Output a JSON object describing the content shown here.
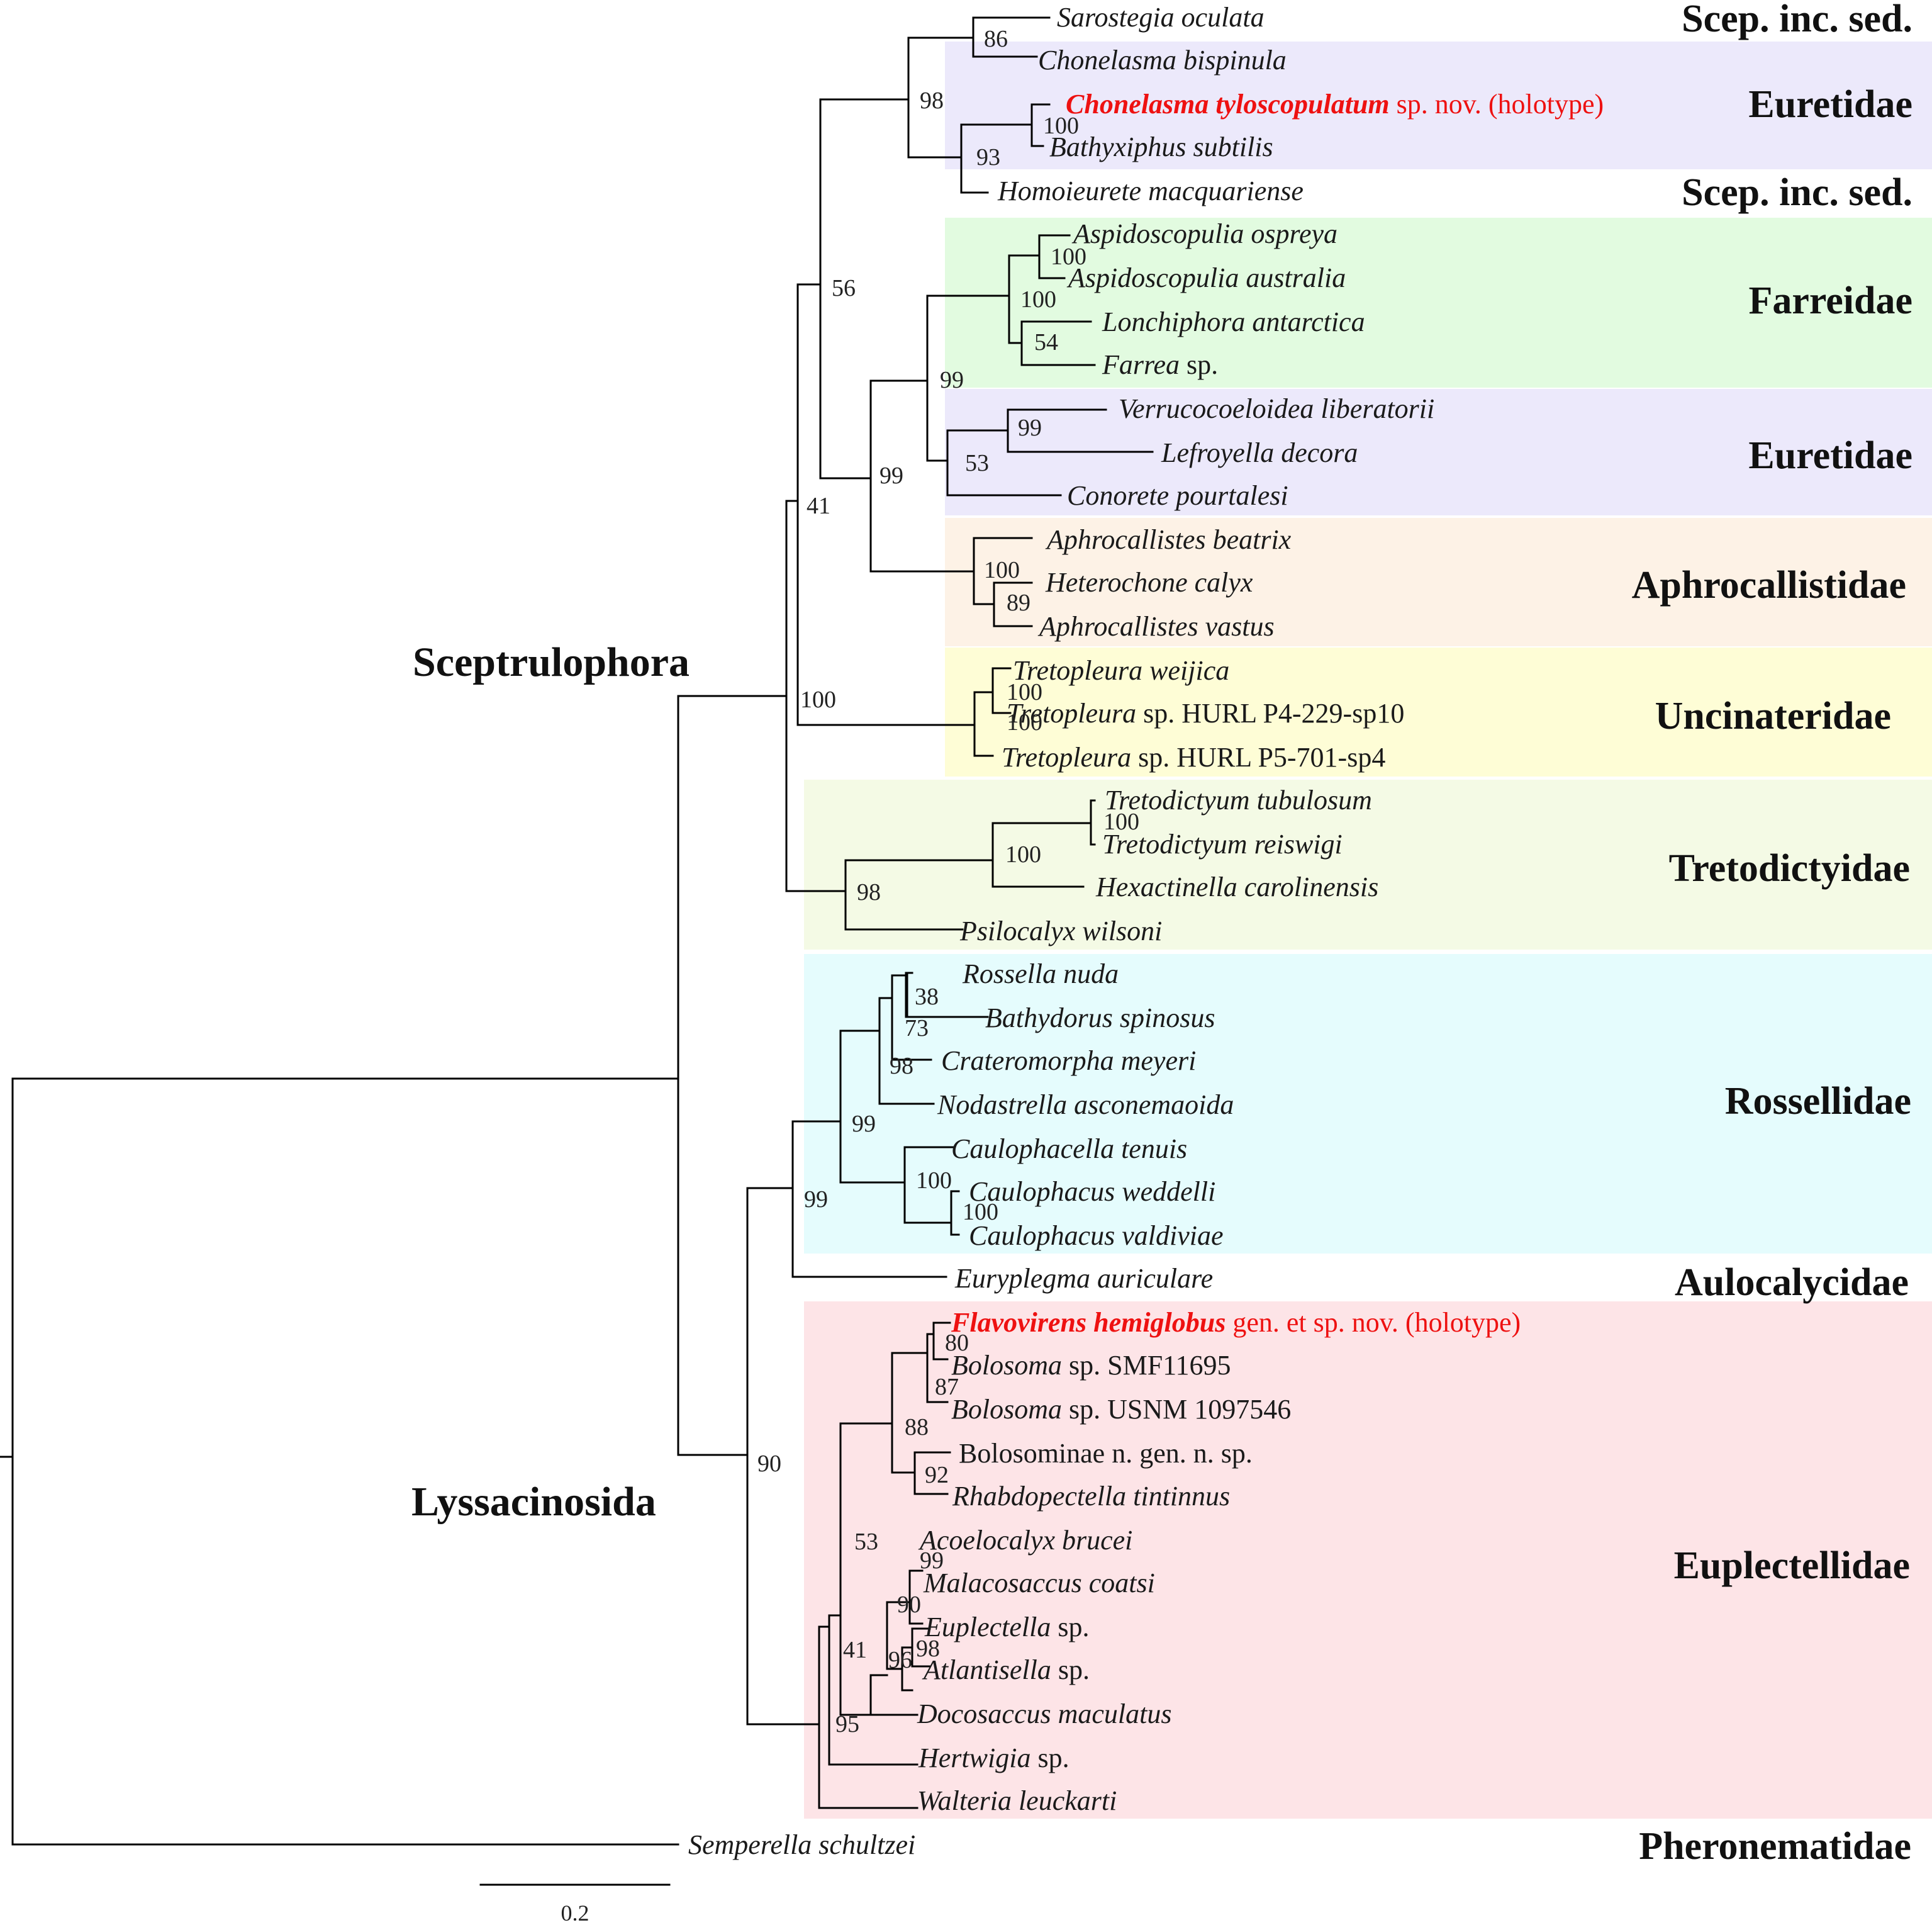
{
  "taxa": [
    {
      "italic": "Sarostegia oculata",
      "roman": ""
    },
    {
      "italic": "Chonelasma bispinula",
      "roman": ""
    },
    {
      "italic": "Chonelasma tyloscopulatum",
      "roman": " sp. nov. (holotype)"
    },
    {
      "italic": "Bathyxiphus subtilis",
      "roman": ""
    },
    {
      "italic": "Homoieurete macquariense",
      "roman": ""
    },
    {
      "italic": "Aspidoscopulia ospreya",
      "roman": ""
    },
    {
      "italic": "Aspidoscopulia australia",
      "roman": ""
    },
    {
      "italic": "Lonchiphora antarctica",
      "roman": ""
    },
    {
      "italic": "Farrea",
      "roman": " sp."
    },
    {
      "italic": "Verrucocoeloidea liberatorii",
      "roman": ""
    },
    {
      "italic": "Lefroyella decora",
      "roman": ""
    },
    {
      "italic": "Conorete pourtalesi",
      "roman": ""
    },
    {
      "italic": "Aphrocallistes beatrix",
      "roman": ""
    },
    {
      "italic": "Heterochone calyx",
      "roman": ""
    },
    {
      "italic": "Aphrocallistes vastus",
      "roman": ""
    },
    {
      "italic": "Tretopleura weijica",
      "roman": ""
    },
    {
      "italic": "Tretopleura",
      "roman": " sp. HURL P4-229-sp10"
    },
    {
      "italic": "Tretopleura",
      "roman": " sp. HURL P5-701-sp4"
    },
    {
      "italic": "Tretodictyum tubulosum",
      "roman": ""
    },
    {
      "italic": "Tretodictyum reiswigi",
      "roman": ""
    },
    {
      "italic": "Hexactinella carolinensis",
      "roman": ""
    },
    {
      "italic": "Psilocalyx wilsoni",
      "roman": ""
    },
    {
      "italic": "Rossella nuda",
      "roman": ""
    },
    {
      "italic": "Bathydorus spinosus",
      "roman": ""
    },
    {
      "italic": "Crateromorpha meyeri",
      "roman": ""
    },
    {
      "italic": "Nodastrella asconemaoida",
      "roman": ""
    },
    {
      "italic": "Caulophacella tenuis",
      "roman": ""
    },
    {
      "italic": "Caulophacus weddelli",
      "roman": ""
    },
    {
      "italic": "Caulophacus valdiviae",
      "roman": ""
    },
    {
      "italic": "Euryplegma auriculare",
      "roman": ""
    },
    {
      "italic": "Flavovirens hemiglobus",
      "roman": " gen. et sp. nov. (holotype)"
    },
    {
      "italic": "Bolosoma",
      "roman": " sp. SMF11695"
    },
    {
      "italic": "Bolosoma",
      "roman": " sp. USNM 1097546"
    },
    {
      "italic": "",
      "roman": "Bolosominae n. gen. n. sp."
    },
    {
      "italic": "Rhabdopectella tintinnus",
      "roman": ""
    },
    {
      "italic": "Acoelocalyx brucei",
      "roman": ""
    },
    {
      "italic": "Malacosaccus coatsi",
      "roman": ""
    },
    {
      "italic": "Euplectella",
      "roman": " sp."
    },
    {
      "italic": "Atlantisella",
      "roman": " sp."
    },
    {
      "italic": "Docosaccus maculatus",
      "roman": ""
    },
    {
      "italic": "Hertwigia",
      "roman": " sp."
    },
    {
      "italic": "Walteria leuckarti",
      "roman": ""
    },
    {
      "italic": "Semperella schultzei",
      "roman": ""
    }
  ],
  "families": [
    {
      "name": "Scep.  inc. sed.",
      "color": "#ffffff"
    },
    {
      "name": "Euretidae",
      "color": "#ece9fb"
    },
    {
      "name": "Scep.  inc. sed.",
      "color": "#ffffff"
    },
    {
      "name": "Farreidae",
      "color": "#e2fbe0"
    },
    {
      "name": "Euretidae",
      "color": "#ece9fb"
    },
    {
      "name": "Aphrocallistidae",
      "color": "#fdf2e6"
    },
    {
      "name": "Uncinateridae",
      "color": "#fefdd6"
    },
    {
      "name": "Tretodictyidae",
      "color": "#f4fae5"
    },
    {
      "name": "Rossellidae",
      "color": "#e5fcfd"
    },
    {
      "name": "Aulocalycidae",
      "color": "#ffffff"
    },
    {
      "name": "Euplectellidae",
      "color": "#fde4e7"
    },
    {
      "name": "Pheronematidae",
      "color": "#ffffff"
    }
  ],
  "clades": {
    "upper": "Sceptrulophora",
    "lower": "Lyssacinosida"
  },
  "bootstrap": [
    "86",
    "98",
    "100",
    "93",
    "56",
    "100",
    "100",
    "54",
    "99",
    "99",
    "53",
    "99",
    "100",
    "89",
    "41",
    "100",
    "100",
    "100",
    "100",
    "100",
    "98",
    "38",
    "73",
    "98",
    "99",
    "100",
    "100",
    "99",
    "80",
    "87",
    "88",
    "92",
    "90",
    "53",
    "99",
    "90",
    "98",
    "96",
    "41",
    "95"
  ],
  "scale": {
    "label": "0.2"
  },
  "colors": {
    "highlight": "#ee1111"
  }
}
